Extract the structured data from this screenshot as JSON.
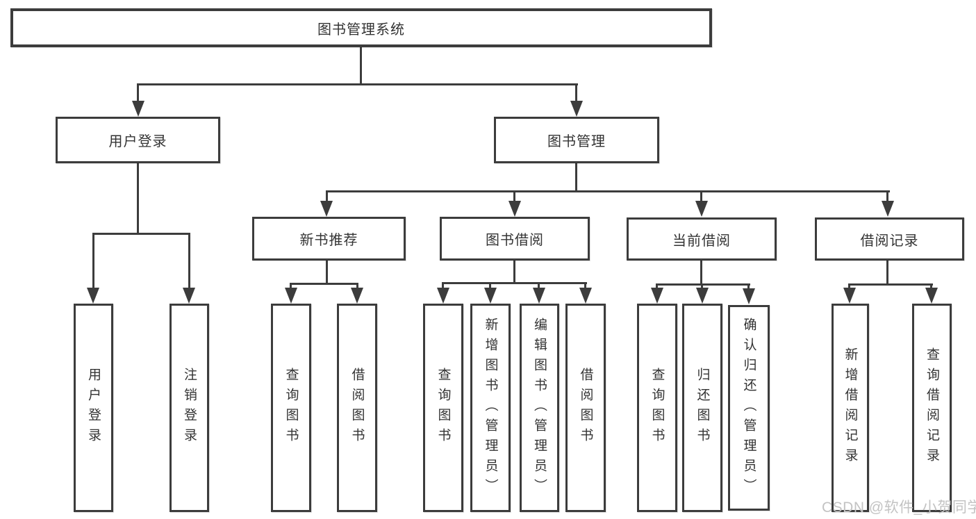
{
  "diagram": {
    "title": "图书管理系统",
    "nodes": {
      "root": "图书管理系统",
      "user_login": "用户登录",
      "book_management": "图书管理",
      "new_book_recommend": "新书推荐",
      "book_borrowing": "图书借阅",
      "current_borrowing": "当前借阅",
      "borrowing_records": "借阅记录"
    },
    "leaves": {
      "user_login": "用户登录",
      "logout_login": "注销登录",
      "recommend_query_books": "查询图书",
      "recommend_borrow_books": "借阅图书",
      "borrowing_query_books": "查询图书",
      "borrowing_add_books": "新增图书（管理员）",
      "borrowing_edit_books": "编辑图书（管理员）",
      "borrowing_borrow_books": "借阅图书",
      "current_query_books": "查询图书",
      "current_return_books": "归还图书",
      "current_confirm_return": "确认归还（管理员）",
      "records_add_record": "新增借阅记录",
      "records_query_record": "查询借阅记录"
    },
    "watermark": "CSDN @软件_小贺同学",
    "colors": {
      "line": "#3c3c3c",
      "text": "#333333",
      "watermark_text": "#c3c3c3",
      "background": "#ffffff"
    }
  }
}
